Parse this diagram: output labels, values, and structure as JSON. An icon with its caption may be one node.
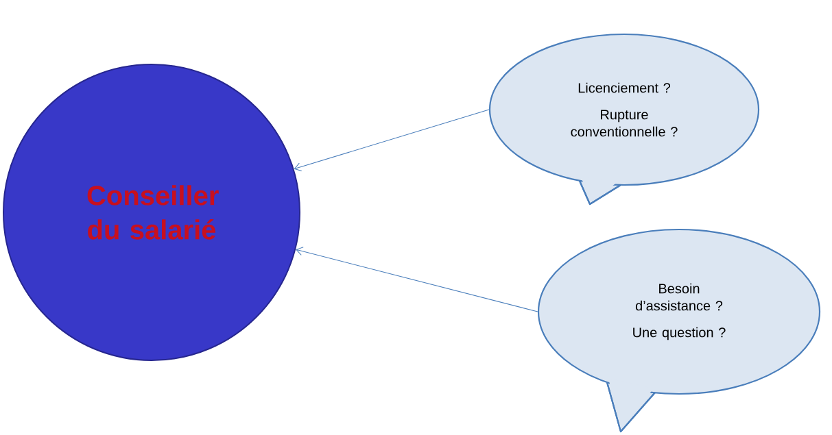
{
  "diagram": {
    "nodes": [
      {
        "text": [
          "Conseiller du salarié"
        ]
      },
      {
        "text": [
          "Licenciement ?",
          "Rupture conventionnelle ?"
        ]
      },
      {
        "text": [
          "Besoin d’assistance ?",
          "Une question ?"
        ]
      }
    ],
    "edges": [
      {
        "from": 1,
        "to": 0,
        "arrow": "to"
      },
      {
        "from": 2,
        "to": 0,
        "arrow": "to"
      }
    ]
  }
}
